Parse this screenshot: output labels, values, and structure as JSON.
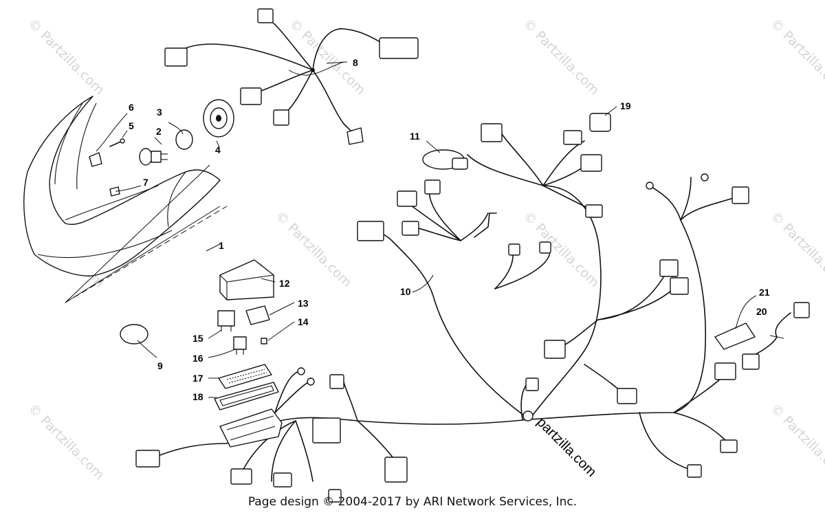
{
  "watermark": "© Partzilla.com",
  "brand_stamp": "partzilla.com",
  "callouts": [
    "1",
    "2",
    "3",
    "4",
    "5",
    "6",
    "7",
    "8",
    "9",
    "10",
    "11",
    "12",
    "13",
    "14",
    "15",
    "16",
    "17",
    "18",
    "19",
    "20",
    "21"
  ],
  "footer": "Page design © 2004-2017 by ARI Network Services, Inc."
}
